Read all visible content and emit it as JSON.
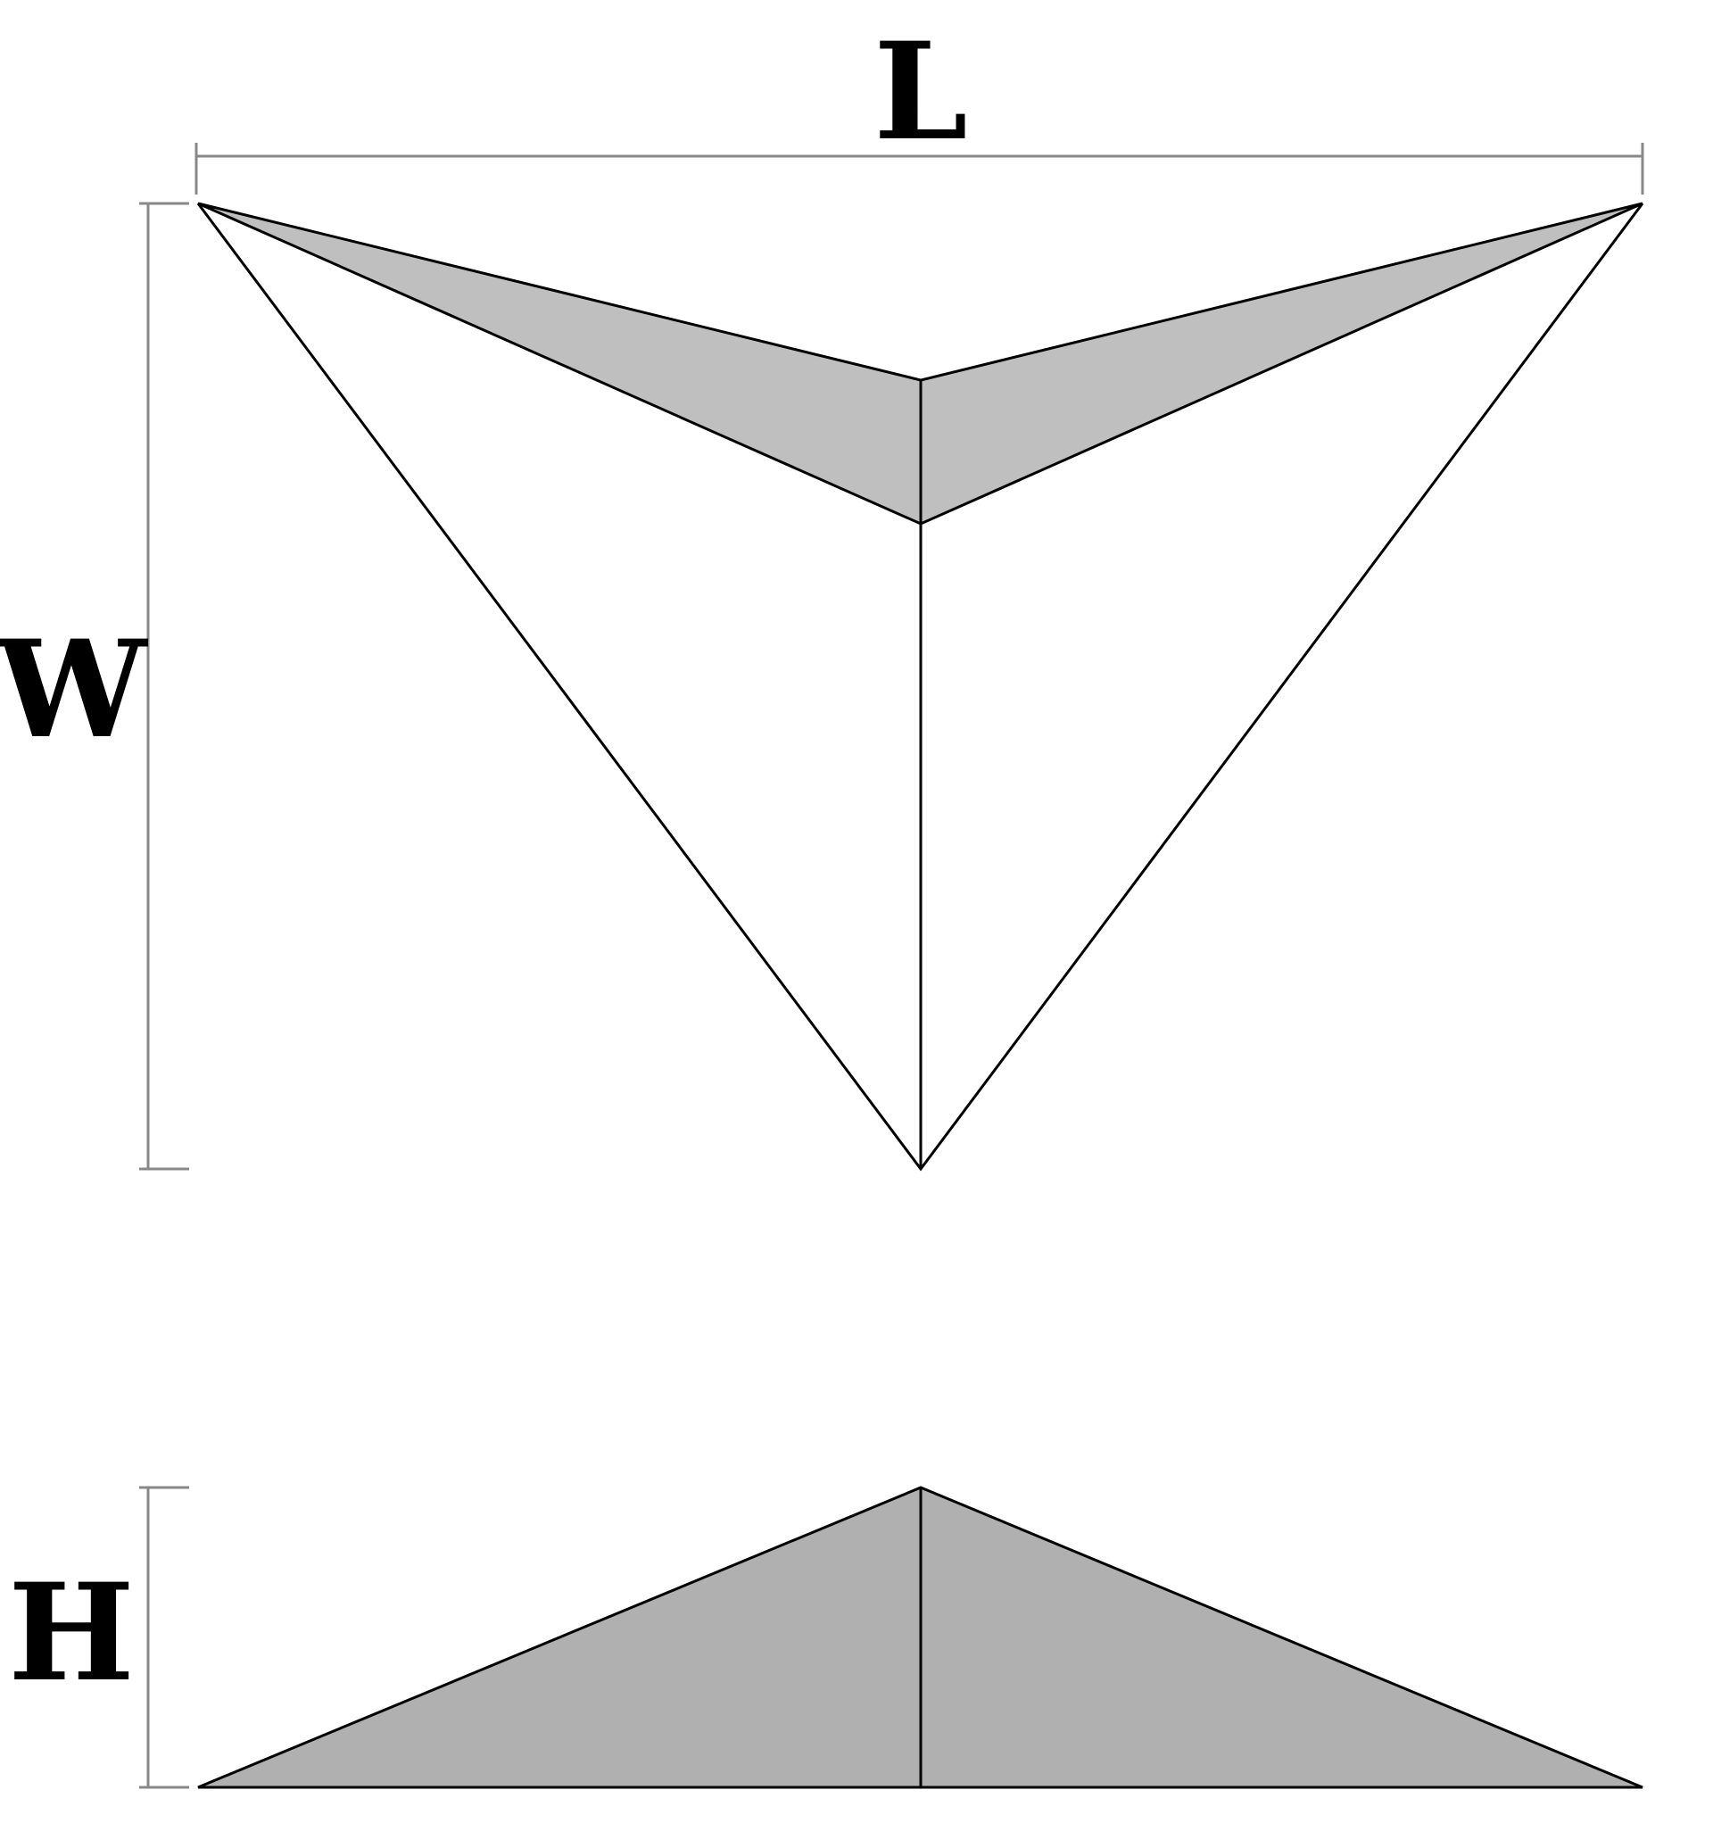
{
  "labels": {
    "length": "L",
    "width": "W",
    "height": "H"
  },
  "colors": {
    "background": "#ffffff",
    "line": "#000000",
    "dimension_line": "#888888",
    "top_shade": "#bfbfbf",
    "side_shade": "#b0b0b0"
  }
}
